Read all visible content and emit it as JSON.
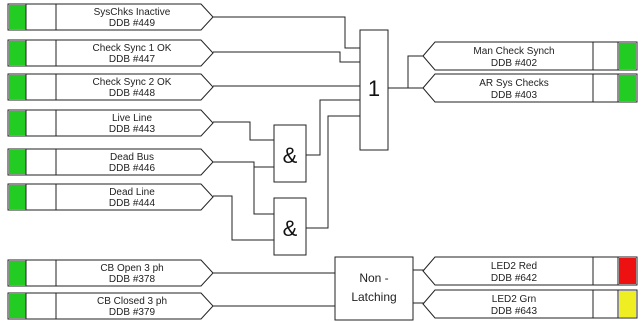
{
  "inputs": [
    {
      "name": "SysChks Inactive",
      "ddb": "DDB #449",
      "color": "#22cc22"
    },
    {
      "name": "Check Sync 1 OK",
      "ddb": "DDB #447",
      "color": "#22cc22"
    },
    {
      "name": "Check Sync 2 OK",
      "ddb": "DDB #448",
      "color": "#22cc22"
    },
    {
      "name": "Live Line",
      "ddb": "DDB #443",
      "color": "#22cc22"
    },
    {
      "name": "Dead Bus",
      "ddb": "DDB #446",
      "color": "#22cc22"
    },
    {
      "name": "Dead Line",
      "ddb": "DDB #444",
      "color": "#22cc22"
    },
    {
      "name": "CB Open 3 ph",
      "ddb": "DDB #378",
      "color": "#22cc22"
    },
    {
      "name": "CB Closed 3 ph",
      "ddb": "DDB #379",
      "color": "#22cc22"
    }
  ],
  "outputs": [
    {
      "name": "Man Check Synch",
      "ddb": "DDB #402",
      "color": "#22cc22"
    },
    {
      "name": "AR Sys Checks",
      "ddb": "DDB #403",
      "color": "#22cc22"
    },
    {
      "name": "LED2 Red",
      "ddb": "DDB #642",
      "color": "#ee1111"
    },
    {
      "name": "LED2 Grn",
      "ddb": "DDB #643",
      "color": "#eeee22"
    }
  ],
  "gates": {
    "or_label": "1",
    "and1_label": "&",
    "and2_label": "&",
    "latch_line1": "Non -",
    "latch_line2": "Latching"
  }
}
